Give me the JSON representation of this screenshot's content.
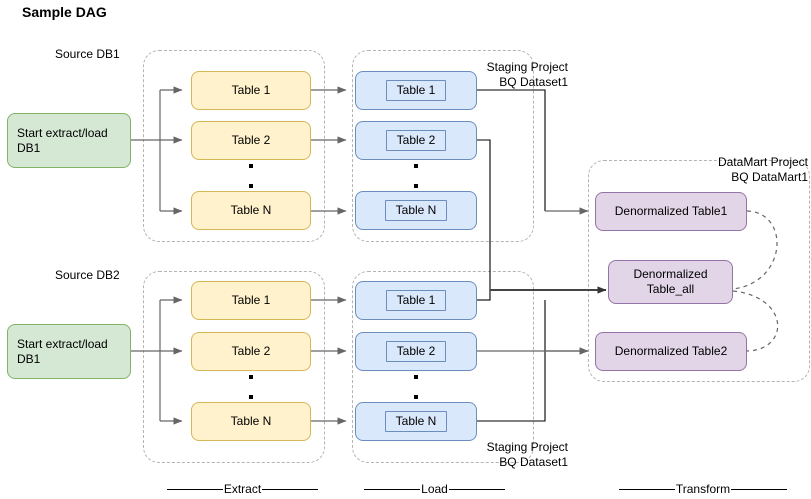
{
  "title": "Sample DAG",
  "colors": {
    "green_fill": "#d5e8d4",
    "green_stroke": "#82b366",
    "yellow_fill": "#fff2cc",
    "yellow_stroke": "#d6b656",
    "blue_fill": "#dae8fc",
    "blue_stroke": "#6c8ebf",
    "purple_fill": "#e1d5e7",
    "purple_stroke": "#9673a6",
    "group_stroke": "#b3b3b3",
    "edge_stroke": "#666666",
    "edge_dark": "#000000"
  },
  "group_labels": {
    "source_db1": "Source DB1",
    "source_db2": "Source DB2",
    "staging_top_line1": "Staging Project",
    "staging_top_line2": "BQ Dataset1",
    "staging_bottom_line1": "Staging Project",
    "staging_bottom_line2": "BQ Dataset1",
    "datamart_line1": "DataMart Project",
    "datamart_line2": "BQ DataMart1"
  },
  "start_nodes": [
    {
      "id": "start-db1",
      "line1": "Start extract/load",
      "line2": "DB1"
    },
    {
      "id": "start-db2",
      "line1": "Start extract/load",
      "line2": "DB1"
    }
  ],
  "extract_top": [
    {
      "id": "extract-top-table-1",
      "label": "Table 1"
    },
    {
      "id": "extract-top-table-2",
      "label": "Table 2"
    },
    {
      "id": "extract-top-table-n",
      "label": "Table N"
    }
  ],
  "extract_bottom": [
    {
      "id": "extract-bottom-table-1",
      "label": "Table 1"
    },
    {
      "id": "extract-bottom-table-2",
      "label": "Table 2"
    },
    {
      "id": "extract-bottom-table-n",
      "label": "Table N"
    }
  ],
  "load_top": [
    {
      "id": "load-top-table-1",
      "label": "Table 1"
    },
    {
      "id": "load-top-table-2",
      "label": "Table 2"
    },
    {
      "id": "load-top-table-n",
      "label": "Table N"
    }
  ],
  "load_bottom": [
    {
      "id": "load-bottom-table-1",
      "label": "Table 1"
    },
    {
      "id": "load-bottom-table-2",
      "label": "Table 2"
    },
    {
      "id": "load-bottom-table-n",
      "label": "Table N"
    }
  ],
  "transform": [
    {
      "id": "denorm-table1",
      "label": "Denormalized Table1"
    },
    {
      "id": "denorm-table-all-line1",
      "label": "Denormalized"
    },
    {
      "id": "denorm-table-all-line2",
      "label": "Table_all"
    },
    {
      "id": "denorm-table2",
      "label": "Denormalized Table2"
    }
  ],
  "phases": [
    {
      "id": "phase-extract",
      "label": "Extract"
    },
    {
      "id": "phase-load",
      "label": "Load"
    },
    {
      "id": "phase-transform",
      "label": "Transform"
    }
  ]
}
